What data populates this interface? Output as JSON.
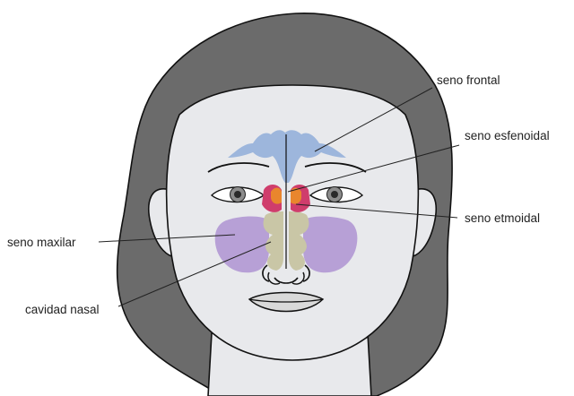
{
  "labels": {
    "frontal": "seno frontal",
    "sphenoid": "seno esfenoidal",
    "ethmoid": "seno etmoidal",
    "maxillary": "seno maxilar",
    "nasal_cavity": "cavidad nasal"
  },
  "colors": {
    "hair": "#6b6b6b",
    "skin": "#e8e9ec",
    "frontal_sinus": "#9db6dc",
    "maxillary_sinus": "#b7a0d6",
    "nasal_cavity": "#c9c6a6",
    "sphenoid_sinus": "#e9862d",
    "ethmoid_sinus": "#cf3d6c",
    "line": "#111111"
  },
  "icons": {
    "hair": "hair-shape",
    "face": "face-outline",
    "eyes": "eye-pair"
  }
}
